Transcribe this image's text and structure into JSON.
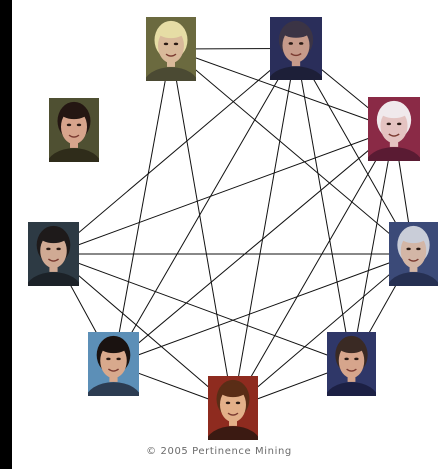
{
  "diagram": {
    "type": "network-graph",
    "footer": {
      "copyright": "© 2005 Pertinence Mining"
    },
    "nodes": [
      {
        "id": "woman-blonde",
        "portrait": "blonde-woman-portrait",
        "bg": "#6b6a3f",
        "skin": "#d9b99a",
        "hair": "#e6dda5",
        "shirt": "#4b4a33"
      },
      {
        "id": "man-suit-top",
        "portrait": "man-in-suit-portrait",
        "bg": "#2a2e5a",
        "skin": "#c69a8a",
        "hair": "#3b3445",
        "shirt": "#1d1f38"
      },
      {
        "id": "woman-dark",
        "portrait": "dark-haired-woman-portrait",
        "bg": "#4f5032",
        "skin": "#d7a48c",
        "hair": "#241612",
        "shirt": "#2f2c1a"
      },
      {
        "id": "man-gray",
        "portrait": "gray-haired-man-portrait",
        "bg": "#8a2a46",
        "skin": "#e4c3c1",
        "hair": "#f0e9ec",
        "shirt": "#5a1b33"
      },
      {
        "id": "man-left",
        "portrait": "smiling-man-portrait",
        "bg": "#2d3a44",
        "skin": "#d0aa94",
        "hair": "#1e1a1a",
        "shirt": "#1c2228"
      },
      {
        "id": "man-right",
        "portrait": "white-haired-man-portrait",
        "bg": "#3b4a78",
        "skin": "#d3b6a6",
        "hair": "#c9cdd8",
        "shirt": "#263052"
      },
      {
        "id": "man-lower-left",
        "portrait": "dark-haired-man-portrait",
        "bg": "#5c8fb7",
        "skin": "#d8a98d",
        "hair": "#1a1210",
        "shirt": "#2c3c52"
      },
      {
        "id": "man-lower-right",
        "portrait": "balding-man-portrait",
        "bg": "#2f3768",
        "skin": "#d6a58c",
        "hair": "#3a2a24",
        "shirt": "#1c2044"
      },
      {
        "id": "man-bottom",
        "portrait": "man-with-glasses-portrait",
        "bg": "#8e2b1f",
        "skin": "#e3b089",
        "hair": "#5a2d16",
        "shirt": "#3b1a12"
      }
    ],
    "edges": [
      [
        "woman-blonde",
        "man-suit-top"
      ],
      [
        "woman-blonde",
        "man-gray"
      ],
      [
        "woman-blonde",
        "man-right"
      ],
      [
        "woman-blonde",
        "man-lower-left"
      ],
      [
        "woman-blonde",
        "man-bottom"
      ],
      [
        "man-suit-top",
        "man-gray"
      ],
      [
        "man-suit-top",
        "man-left"
      ],
      [
        "man-suit-top",
        "man-right"
      ],
      [
        "man-suit-top",
        "man-lower-left"
      ],
      [
        "man-suit-top",
        "man-lower-right"
      ],
      [
        "man-suit-top",
        "man-bottom"
      ],
      [
        "man-gray",
        "man-left"
      ],
      [
        "man-gray",
        "man-right"
      ],
      [
        "man-gray",
        "man-lower-left"
      ],
      [
        "man-gray",
        "man-lower-right"
      ],
      [
        "man-gray",
        "man-bottom"
      ],
      [
        "man-left",
        "man-right"
      ],
      [
        "man-left",
        "man-lower-left"
      ],
      [
        "man-left",
        "man-lower-right"
      ],
      [
        "man-left",
        "man-bottom"
      ],
      [
        "man-right",
        "man-lower-left"
      ],
      [
        "man-right",
        "man-lower-right"
      ],
      [
        "man-right",
        "man-bottom"
      ],
      [
        "man-lower-left",
        "man-bottom"
      ],
      [
        "man-lower-right",
        "man-bottom"
      ]
    ]
  }
}
